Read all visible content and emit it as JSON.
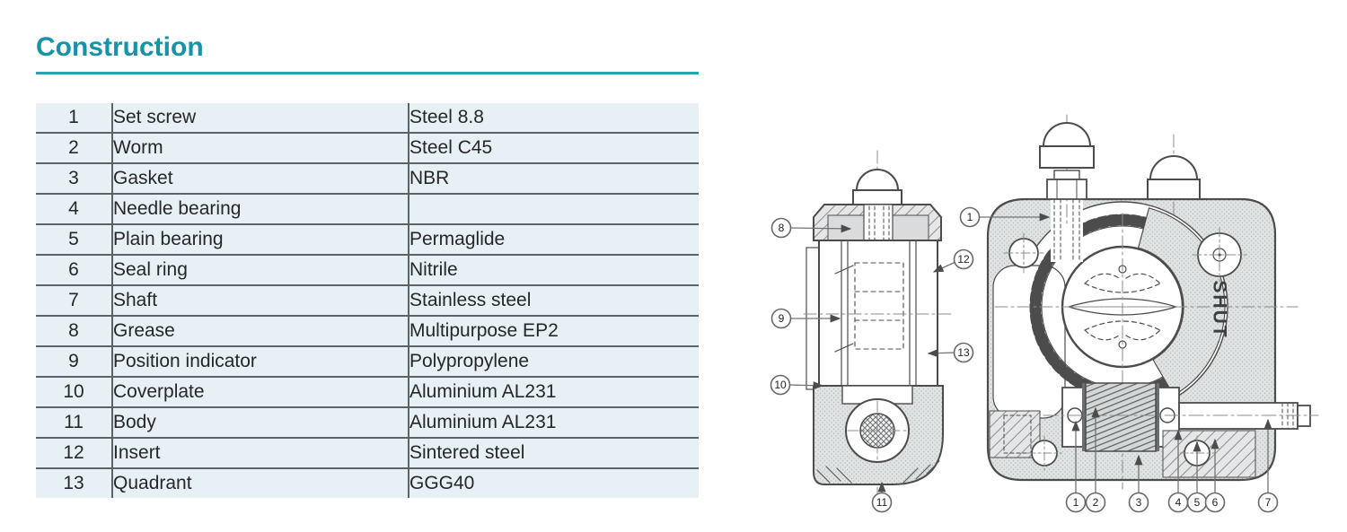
{
  "page": {
    "title": "Construction",
    "accent_color": "#1792a8"
  },
  "table": {
    "rows": [
      {
        "num": "1",
        "part": "Set screw",
        "material": "Steel 8.8"
      },
      {
        "num": "2",
        "part": "Worm",
        "material": "Steel C45"
      },
      {
        "num": "3",
        "part": "Gasket",
        "material": "NBR"
      },
      {
        "num": "4",
        "part": "Needle bearing",
        "material": ""
      },
      {
        "num": "5",
        "part": "Plain bearing",
        "material": "Permaglide"
      },
      {
        "num": "6",
        "part": "Seal ring",
        "material": "Nitrile"
      },
      {
        "num": "7",
        "part": "Shaft",
        "material": "Stainless steel"
      },
      {
        "num": "8",
        "part": "Grease",
        "material": "Multipurpose EP2"
      },
      {
        "num": "9",
        "part": "Position indicator",
        "material": "Polypropylene"
      },
      {
        "num": "10",
        "part": "Coverplate",
        "material": "Aluminium AL231"
      },
      {
        "num": "11",
        "part": "Body",
        "material": "Aluminium AL231"
      },
      {
        "num": "12",
        "part": "Insert",
        "material": "Sintered steel"
      },
      {
        "num": "13",
        "part": "Quadrant",
        "material": "GGG40"
      }
    ]
  },
  "drawing": {
    "shut_label": "SHUT",
    "callouts": {
      "c1": "1",
      "c2": "2",
      "c3": "3",
      "c4": "4",
      "c5": "5",
      "c6": "6",
      "c7": "7",
      "c8": "8",
      "c9": "9",
      "c10": "10",
      "c11": "11",
      "c12": "12",
      "c13": "13"
    }
  }
}
